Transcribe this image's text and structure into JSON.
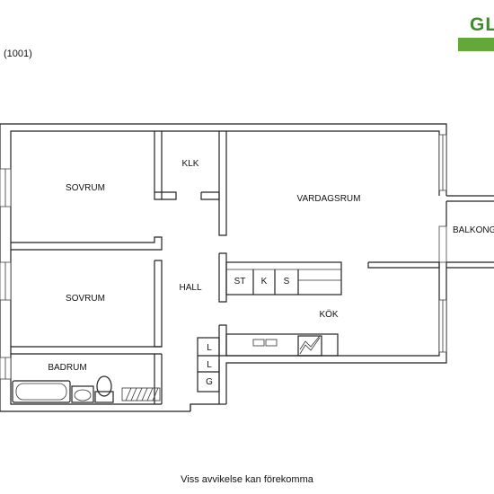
{
  "brand": {
    "logo_text": "GL",
    "colors": {
      "logo_text": "#3f8a2c",
      "logo_bar": "#64a83a"
    }
  },
  "apartment_id": "(1001)",
  "rooms": {
    "sovrum_1": "SOVRUM",
    "sovrum_2": "SOVRUM",
    "klk": "KLK",
    "vardagsrum": "VARDAGSRUM",
    "balkong": "BALKONG",
    "hall": "HALL",
    "kok": "KÖK",
    "badrum": "BADRUM"
  },
  "fixtures": {
    "st": "ST",
    "k": "K",
    "s": "S",
    "l1": "L",
    "l2": "L",
    "g": "G"
  },
  "footer": "Viss avvikelse kan förekomma"
}
